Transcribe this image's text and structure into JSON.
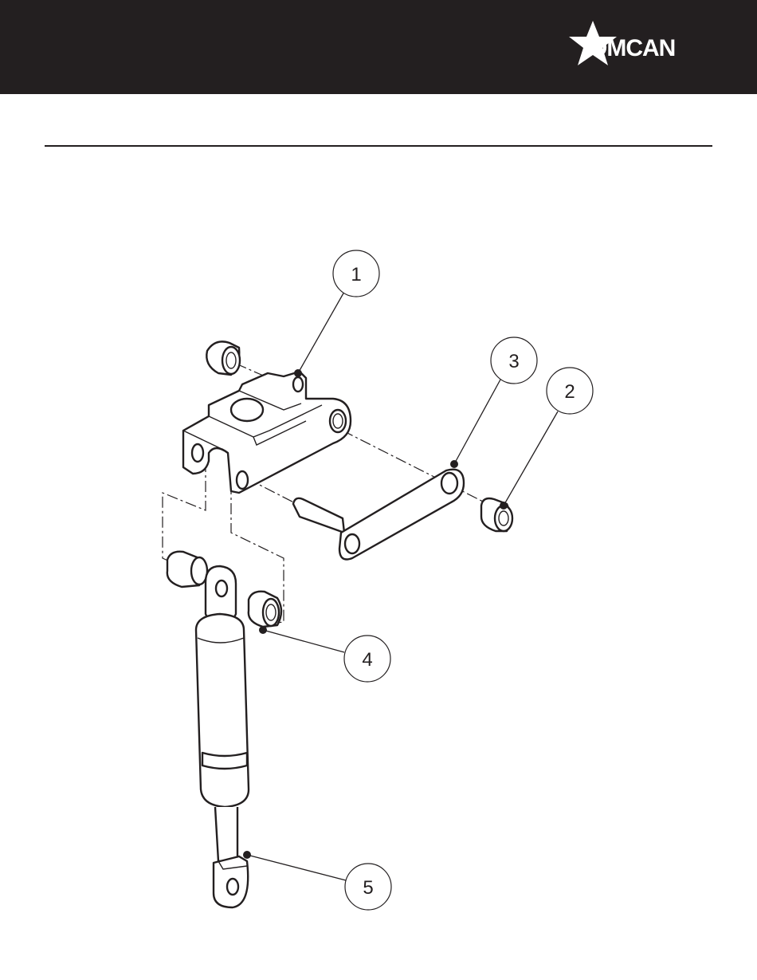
{
  "header": {
    "brand": "OMCAN",
    "brand_color": "#231f20",
    "logo_icon": "star-icon"
  },
  "diagram": {
    "callouts": [
      {
        "id": "1",
        "label": "1"
      },
      {
        "id": "2",
        "label": "2"
      },
      {
        "id": "3",
        "label": "3"
      },
      {
        "id": "4",
        "label": "4"
      },
      {
        "id": "5",
        "label": "5"
      }
    ]
  }
}
